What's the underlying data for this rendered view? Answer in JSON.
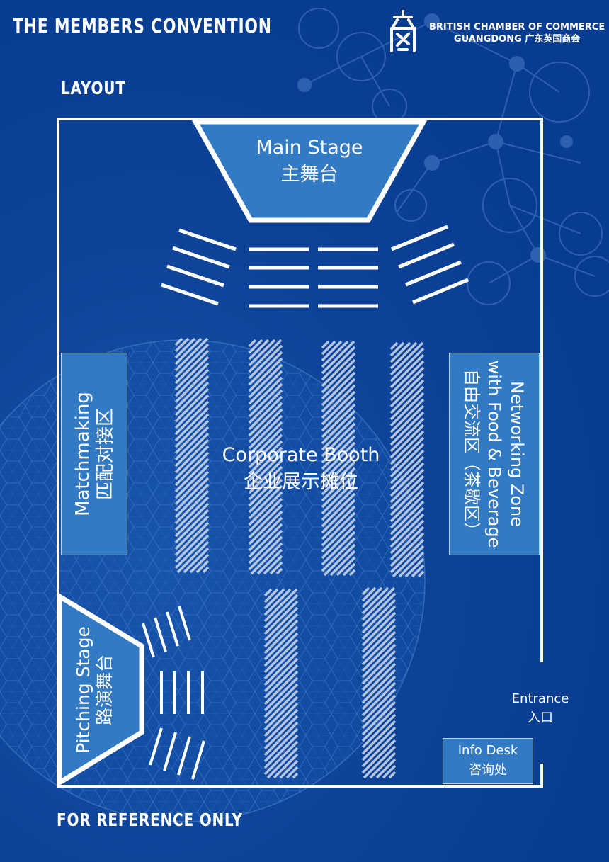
{
  "header": {
    "title": "THE MEMBERS CONVENTION",
    "section_label": "LAYOUT",
    "footer_note": "FOR REFERENCE ONLY"
  },
  "organization": {
    "name_line1": "BRITISH CHAMBER OF COMMERCE",
    "name_line2": "GUANGDONG 广东英国商会"
  },
  "zones": {
    "main_stage": {
      "en": "Main Stage",
      "zh": "主舞台"
    },
    "corporate_booth": {
      "en": "Corporate Booth",
      "zh": "企业展示摊位"
    },
    "matchmaking": {
      "en": "Matchmaking",
      "zh": "匹配对接区"
    },
    "networking": {
      "en": "Networking Zone",
      "en2": "with Food & Beverage",
      "zh": "自由交流区（茶歇区）"
    },
    "pitching_stage": {
      "en": "Pitching Stage",
      "zh": "路演舞台"
    },
    "entrance": {
      "en": "Entrance",
      "zh": "入口"
    },
    "info_desk": {
      "en": "Info Desk",
      "zh": "咨询处"
    }
  },
  "colors": {
    "background": "#0a3f95",
    "zone_fill": "#337ac4",
    "line": "#ffffff",
    "booth_hatch": "#c7d4ea"
  }
}
